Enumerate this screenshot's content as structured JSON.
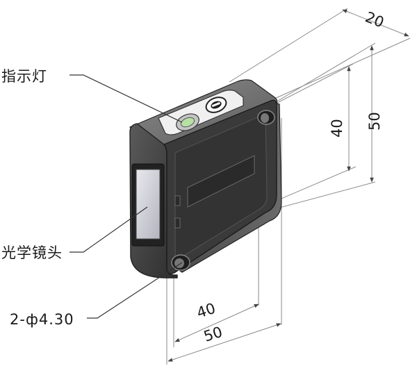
{
  "callouts": {
    "indicator": "指示灯",
    "lens": "光学镜头",
    "holes": "2-ф4.30"
  },
  "dimensions": {
    "depth": "20",
    "height_inner": "40",
    "height_outer": "50",
    "width_inner": "40",
    "width_outer": "50"
  }
}
